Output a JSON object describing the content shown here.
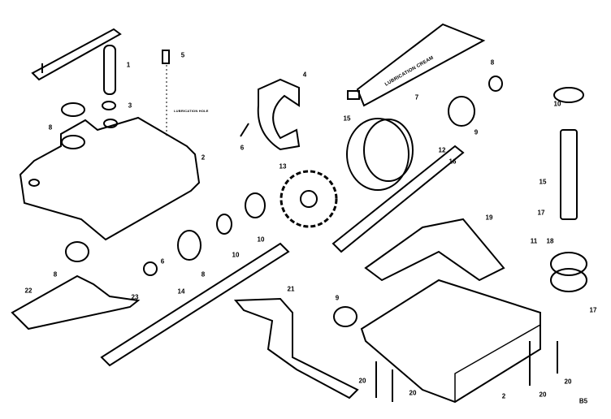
{
  "diagram": {
    "annotations": {
      "lube_hole": "LUBRICATION HOLE",
      "lube_cream": "LUBRICATION CREAM",
      "page_code": "B5"
    },
    "callouts": [
      "1",
      "5",
      "4",
      "3",
      "8",
      "6",
      "2",
      "13",
      "7",
      "8",
      "9",
      "12",
      "15",
      "10",
      "16",
      "15",
      "17",
      "8",
      "8",
      "6",
      "10",
      "10",
      "22",
      "23",
      "14",
      "21",
      "9",
      "19",
      "11",
      "18",
      "17",
      "20",
      "20",
      "20",
      "20",
      "2"
    ]
  }
}
